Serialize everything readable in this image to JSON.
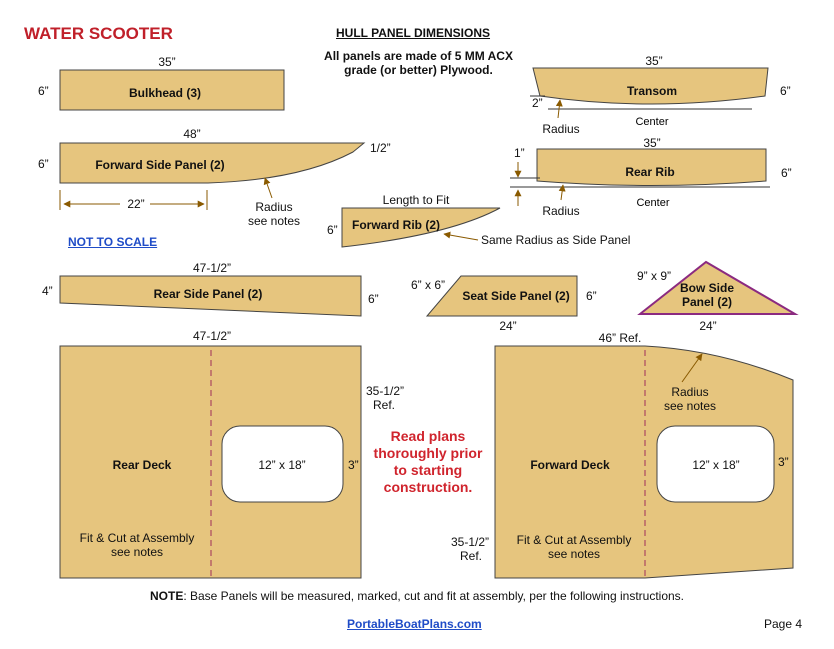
{
  "header": {
    "title": "WATER SCOOTER",
    "hull_heading": "HULL PANEL DIMENSIONS",
    "material_note": "All panels are made of 5 MM ACX grade (or better) Plywood."
  },
  "scale_note": "NOT TO SCALE",
  "warning": "Read plans thoroughly prior to starting construction.",
  "panels": {
    "bulkhead": {
      "name": "Bulkhead (3)",
      "length": "35”",
      "height": "6”"
    },
    "forward_side": {
      "name": "Forward Side Panel (2)",
      "length": "48”",
      "height": "6”",
      "tip": "1/2”",
      "bottom_run": "22”",
      "radius_note_1": "Radius",
      "radius_note_2": "see notes"
    },
    "forward_rib": {
      "name": "Forward Rib (2)",
      "top_note": "Length to Fit",
      "height": "6”",
      "radius_note": "Same Radius as Side Panel"
    },
    "transom": {
      "name": "Transom",
      "length": "35”",
      "height": "6”",
      "offset": "2”",
      "radius": "Radius",
      "center": "Center"
    },
    "rear_rib": {
      "name": "Rear Rib",
      "length": "35”",
      "height": "6”",
      "offset": "1”",
      "radius": "Radius",
      "center": "Center"
    },
    "rear_side": {
      "name": "Rear Side Panel (2)",
      "length": "47-1/2”",
      "left_height": "4”",
      "right_height": "6”"
    },
    "seat_side": {
      "name": "Seat Side Panel (2)",
      "corner": "6” x 6”",
      "height": "6”",
      "length": "24”"
    },
    "bow_side": {
      "name_line1": "Bow Side",
      "name_line2": "Panel (2)",
      "corner": "9” x 9”",
      "length": "24”"
    },
    "rear_deck": {
      "name": "Rear Deck",
      "length": "47-1/2”",
      "width_1": "35-1/2”",
      "width_2": "Ref.",
      "cutout": "12” x 18”",
      "corner": "3”",
      "fit_1": "Fit & Cut at Assembly",
      "fit_2": "see notes"
    },
    "forward_deck": {
      "name": "Forward Deck",
      "length": "46” Ref.",
      "width_1": "35-1/2”",
      "width_2": "Ref.",
      "cutout": "12” x 18”",
      "corner": "3”",
      "radius_1": "Radius",
      "radius_2": "see notes",
      "fit_1": "Fit & Cut at Assembly",
      "fit_2": "see notes"
    }
  },
  "footer": {
    "note_label": "NOTE",
    "note_text": ":  Base Panels will be measured, marked, cut and fit at assembly, per the following instructions.",
    "site": "PortableBoatPlans.com",
    "page": "Page  4"
  },
  "colors": {
    "panel_fill": "#E6C57E",
    "title_red": "#C0202A",
    "link_blue": "#1F4CC7",
    "arrow_brown": "#8A5A00",
    "bow_outline": "#8B2A80"
  }
}
